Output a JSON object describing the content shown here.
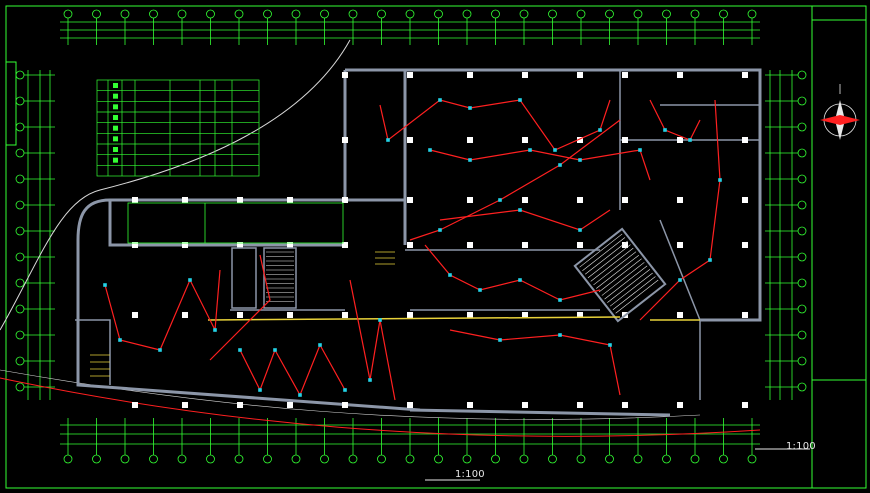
{
  "drawing": {
    "scale_main": "1:100",
    "scale_secondary": "1:100",
    "title_block_labels": [
      "",
      "",
      ""
    ]
  },
  "colors": {
    "background": "#000000",
    "grid": "#33ff33",
    "wall": "#8c96a8",
    "wiring": "#ff2020",
    "device": "#22d3e6",
    "column": "#ffffff",
    "stair": "#e8d23a",
    "boundary": "#d8d8d8"
  },
  "legend_table": {
    "rows": 9,
    "cols": 8
  }
}
